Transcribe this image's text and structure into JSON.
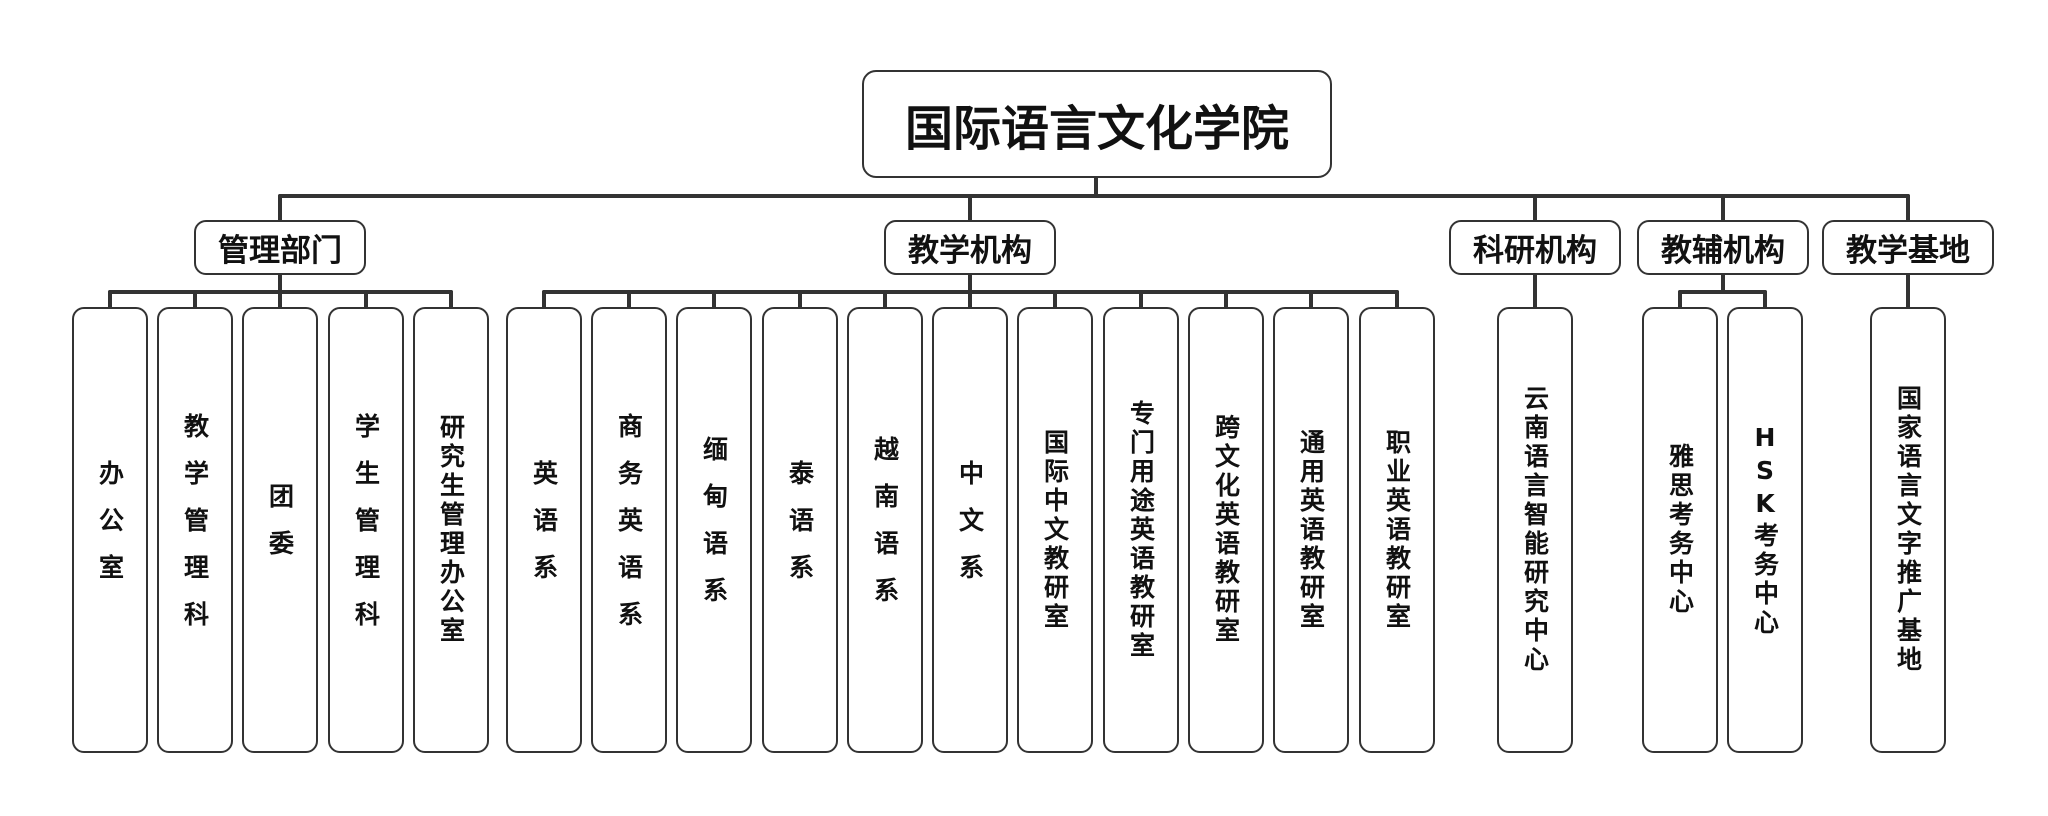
{
  "diagram": {
    "root": "国际语言文化学院",
    "groups": [
      {
        "label": "管理部门",
        "items": [
          "办公室",
          "教学管理科",
          "团委",
          "学生管理科",
          "研究生管理办公室"
        ]
      },
      {
        "label": "教学机构",
        "items": [
          "英语系",
          "商务英语系",
          "缅甸语系",
          "泰语系",
          "越南语系",
          "中文系",
          "国际中文教研室",
          "专门用途英语教研室",
          "跨文化英语教研室",
          "通用英语教研室",
          "职业英语教研室"
        ]
      },
      {
        "label": "科研机构",
        "items": [
          "云南语言智能研究中心"
        ]
      },
      {
        "label": "教辅机构",
        "items": [
          "雅思考务中心",
          "HSK考务中心"
        ]
      },
      {
        "label": "教学基地",
        "items": [
          "国家语言文字推广基地"
        ]
      }
    ]
  }
}
